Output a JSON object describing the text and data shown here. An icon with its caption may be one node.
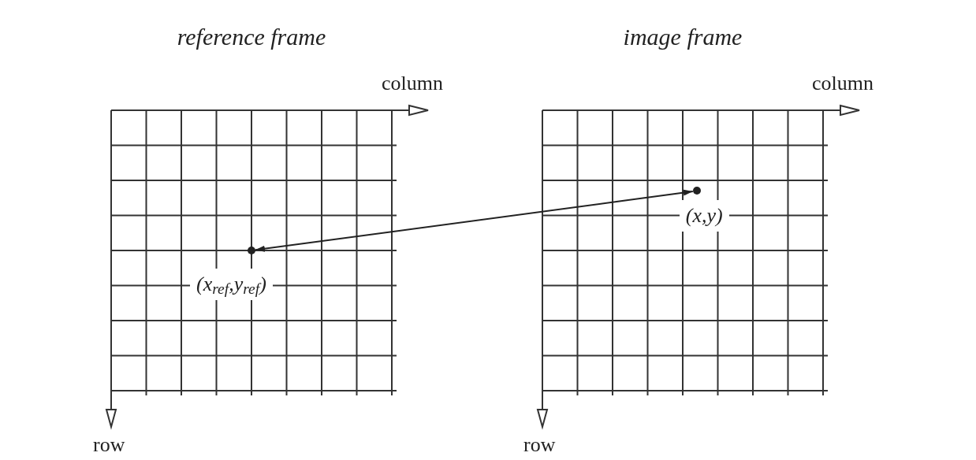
{
  "diagram": {
    "nodes": [
      {
        "text": [
          "reference frame"
        ]
      },
      {
        "text": [],
        "shape": "circle",
        "in": 0,
        "beside": [
          "(x$_{ref}$,y$_{ref}$)"
        ]
      },
      {
        "text": [
          "image frame"
        ]
      },
      {
        "text": [],
        "shape": "circle",
        "in": 2,
        "beside": [
          "(x,y)"
        ]
      }
    ],
    "edges": [
      {
        "from": 3,
        "to": 1,
        "arrow": "both"
      }
    ],
    "labels": [
      "column",
      "row",
      "column",
      "row"
    ]
  }
}
